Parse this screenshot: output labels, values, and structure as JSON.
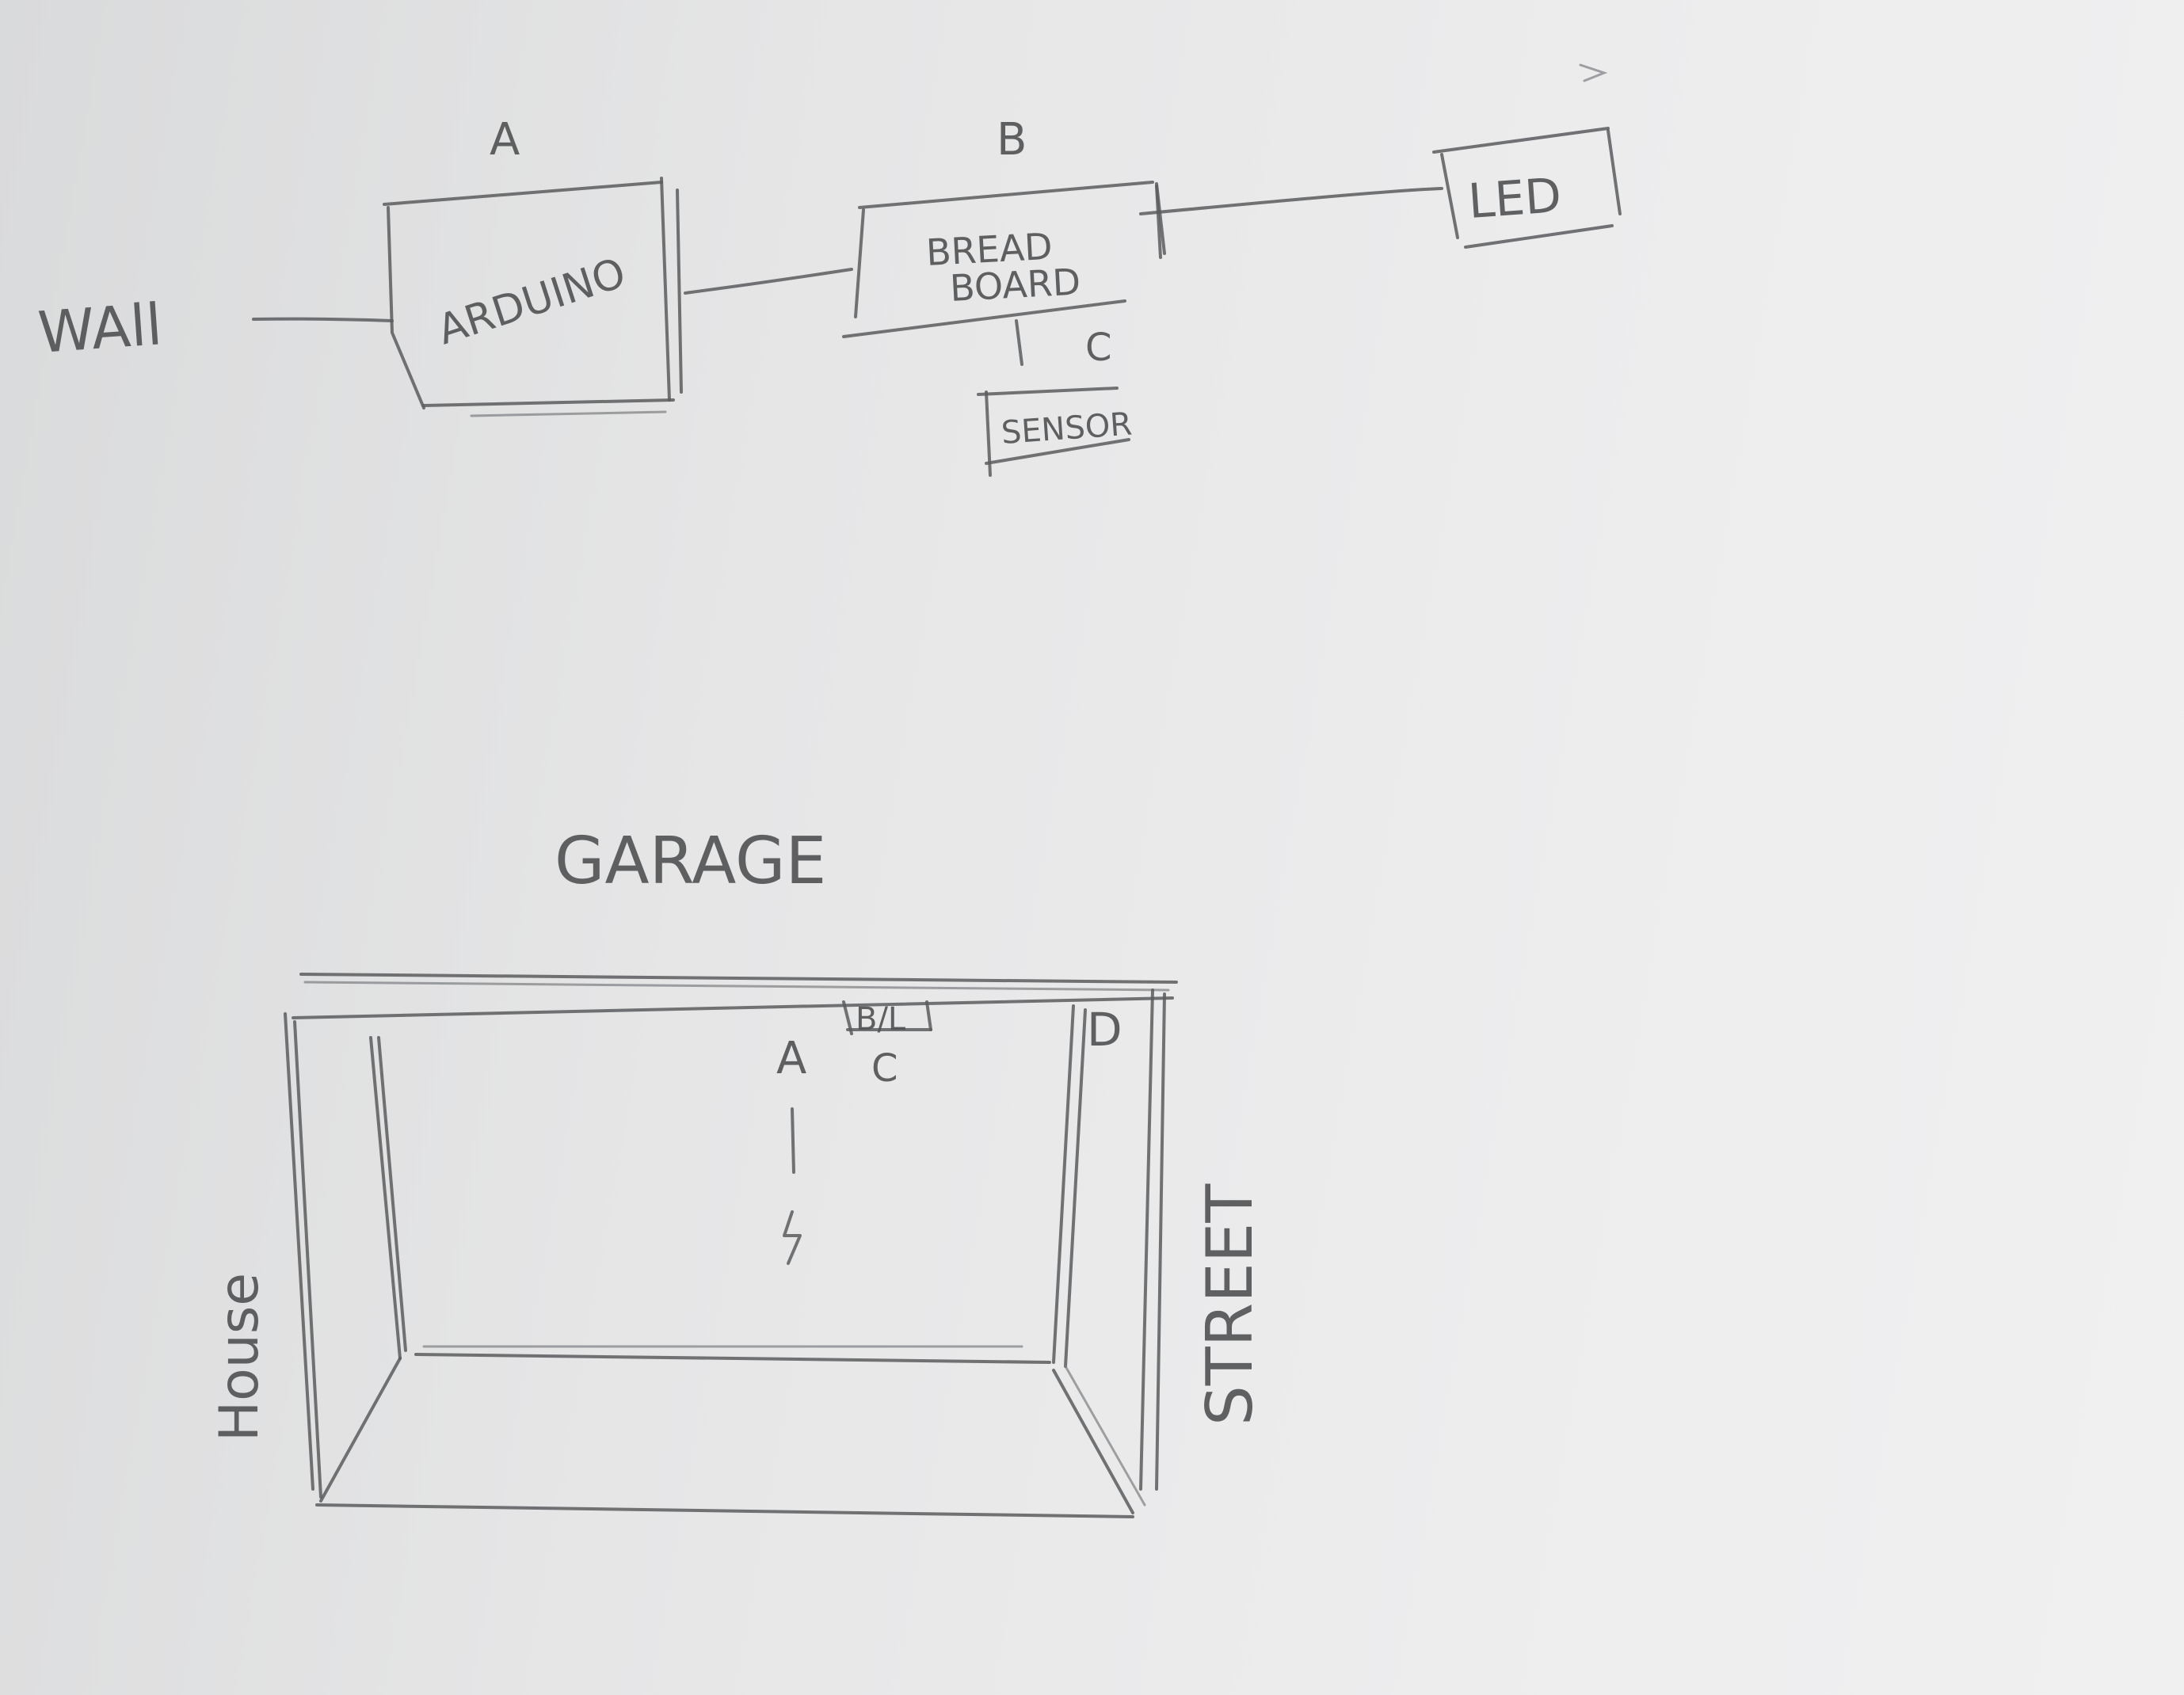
{
  "wiring_diagram": {
    "wall_label": "WAll",
    "arduino": {
      "letter": "A",
      "label": "ARDUINO"
    },
    "breadboard": {
      "letter": "B",
      "label_line1": "BREAD",
      "label_line2": "BOARD"
    },
    "sensor": {
      "letter": "C",
      "label": "SENSOR"
    },
    "led": {
      "label": "LED"
    }
  },
  "garage_plan": {
    "title": "GARAGE",
    "house_label": "House",
    "street_label": "STREET",
    "marker_a": "A",
    "marker_bl": "B/L",
    "marker_c": "C",
    "marker_d": "D"
  }
}
